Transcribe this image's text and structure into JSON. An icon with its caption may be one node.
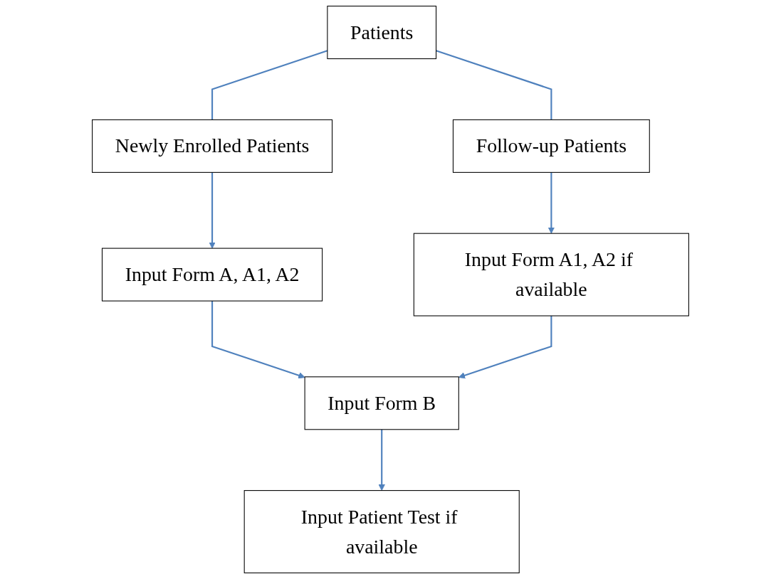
{
  "diagram": {
    "nodes": [
      {
        "text": [
          "Patients"
        ]
      },
      {
        "text": [
          "Newly Enrolled Patients"
        ]
      },
      {
        "text": [
          "Follow-up Patients"
        ]
      },
      {
        "text": [
          "Input Form A, A1, A2"
        ]
      },
      {
        "text": [
          "Input Form A1, A2 if available"
        ]
      },
      {
        "text": [
          "Input Form B"
        ]
      },
      {
        "text": [
          "Input Patient Test if available"
        ]
      }
    ],
    "edges": [
      {
        "from": 0,
        "to": 1,
        "arrow": "none"
      },
      {
        "from": 0,
        "to": 2,
        "arrow": "none"
      },
      {
        "from": 1,
        "to": 3,
        "arrow": "to"
      },
      {
        "from": 2,
        "to": 4,
        "arrow": "to"
      },
      {
        "from": 3,
        "to": 5,
        "arrow": "to"
      },
      {
        "from": 4,
        "to": 5,
        "arrow": "to"
      },
      {
        "from": 5,
        "to": 6,
        "arrow": "to"
      }
    ]
  }
}
